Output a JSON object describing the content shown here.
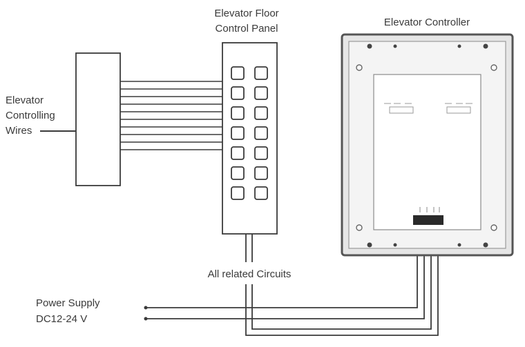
{
  "labels": {
    "floor_panel_line1": "Elevator Floor",
    "floor_panel_line2": "Control Panel",
    "controller": "Elevator Controller",
    "wires_line1": "Elevator",
    "wires_line2": "Controlling",
    "wires_line3": "Wires",
    "circuits": "All related Circuits",
    "power_line1": "Power Supply",
    "power_line2": "DC12-24 V"
  },
  "colors": {
    "line": "#3a3a3a",
    "controller_fill": "#e6e6e6",
    "controller_border": "#555555"
  }
}
